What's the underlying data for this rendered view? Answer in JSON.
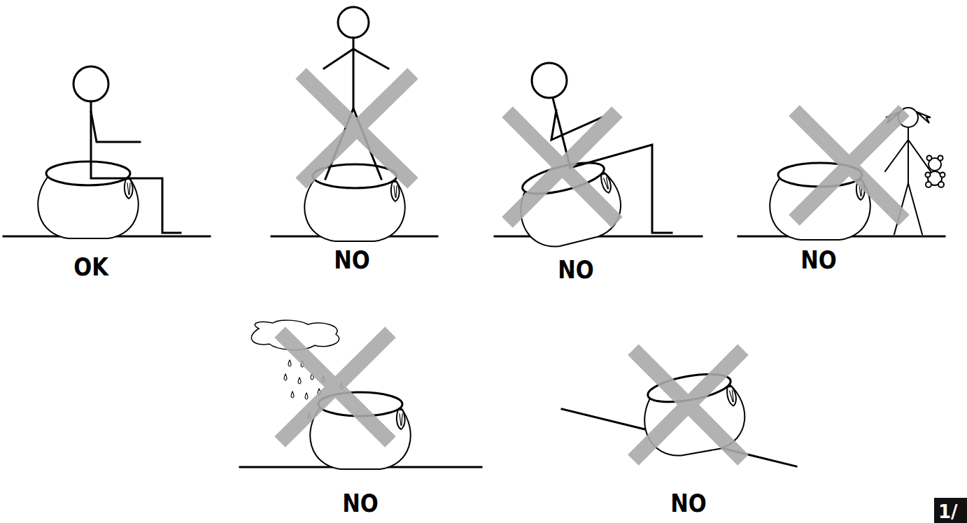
{
  "diagram": {
    "labels": [
      "OK",
      "NO",
      "NO",
      "NO",
      "NO",
      "NO",
      "1/"
    ]
  }
}
